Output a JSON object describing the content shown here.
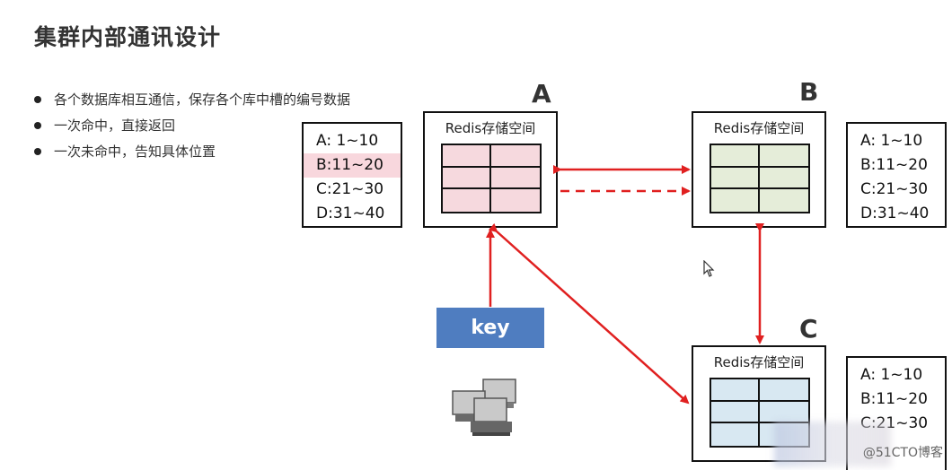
{
  "title": "集群内部通讯设计",
  "bullets": [
    "各个数据库相互通信，保存各个库中槽的编号数据",
    "一次命中，直接返回",
    "一次未命中，告知具体位置"
  ],
  "nodes": {
    "a": {
      "letter": "A",
      "caption": "Redis存储空间",
      "fill": "#f6d9de"
    },
    "b": {
      "letter": "B",
      "caption": "Redis存储空间",
      "fill": "#e5edd9"
    },
    "c": {
      "letter": "C",
      "caption": "Redis存储空间",
      "fill": "#d8e8f2"
    }
  },
  "slot_tables": {
    "a": [
      "A:  1~10",
      "B:11~20",
      "C:21~30",
      "D:31~40"
    ],
    "b": [
      "A:  1~10",
      "B:11~20",
      "C:21~30",
      "D:31~40"
    ],
    "c": [
      "A:  1~10",
      "B:11~20",
      "C:21~30"
    ]
  },
  "highlight_color": "#f8d7dd",
  "key_label": "key",
  "key_color": "#4f7dc0",
  "arrow_color": "#e02020",
  "watermark": "@51CTO博客"
}
